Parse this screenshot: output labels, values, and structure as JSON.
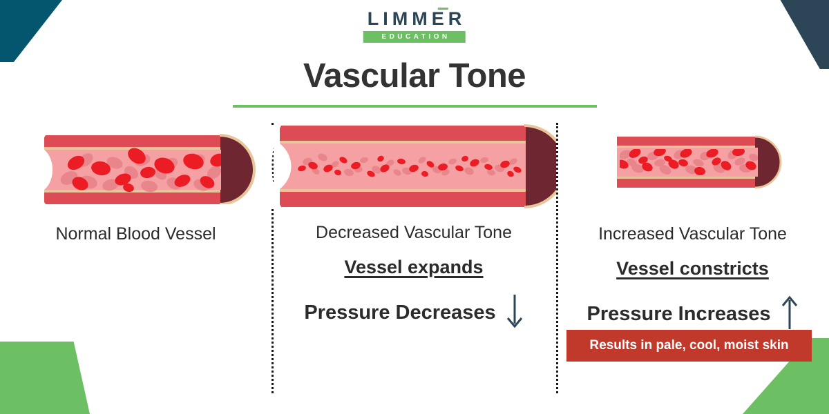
{
  "brand": {
    "name": "LIMMER",
    "tagline": "EDUCATION",
    "accent_green": "#6cc063",
    "navy": "#2c4557"
  },
  "title": "Vascular Tone",
  "columns": [
    {
      "id": "normal",
      "caption": "Normal Blood Vessel",
      "vessel": "normal-blood-vessel"
    },
    {
      "id": "decreased",
      "caption": "Decreased Vascular Tone",
      "emphasis": "Vessel expands",
      "pressure": "Pressure Decreases",
      "arrow": "down-arrow-icon",
      "vessel": "dilated-blood-vessel"
    },
    {
      "id": "increased",
      "caption": "Increased Vascular Tone",
      "emphasis": "Vessel constricts",
      "pressure": "Pressure Increases",
      "arrow": "up-arrow-icon",
      "vessel": "constricted-blood-vessel",
      "banner": "Results in pale, cool, moist skin"
    }
  ],
  "colors": {
    "vessel_wall": "#dd4b54",
    "vessel_wall_dark": "#6e2630",
    "vessel_lumen": "#f5a0a3",
    "vessel_inner_ring": "#e8c59a",
    "rbc_bright": "#ec1c24",
    "rbc_pale": "#e8868c",
    "banner_red": "#c0392b",
    "arrow_navy": "#2c4557",
    "corner_teal": "#04566f",
    "corner_navy": "#2c4557",
    "corner_green": "#6cc063",
    "text_dark": "#2b2b2b"
  }
}
